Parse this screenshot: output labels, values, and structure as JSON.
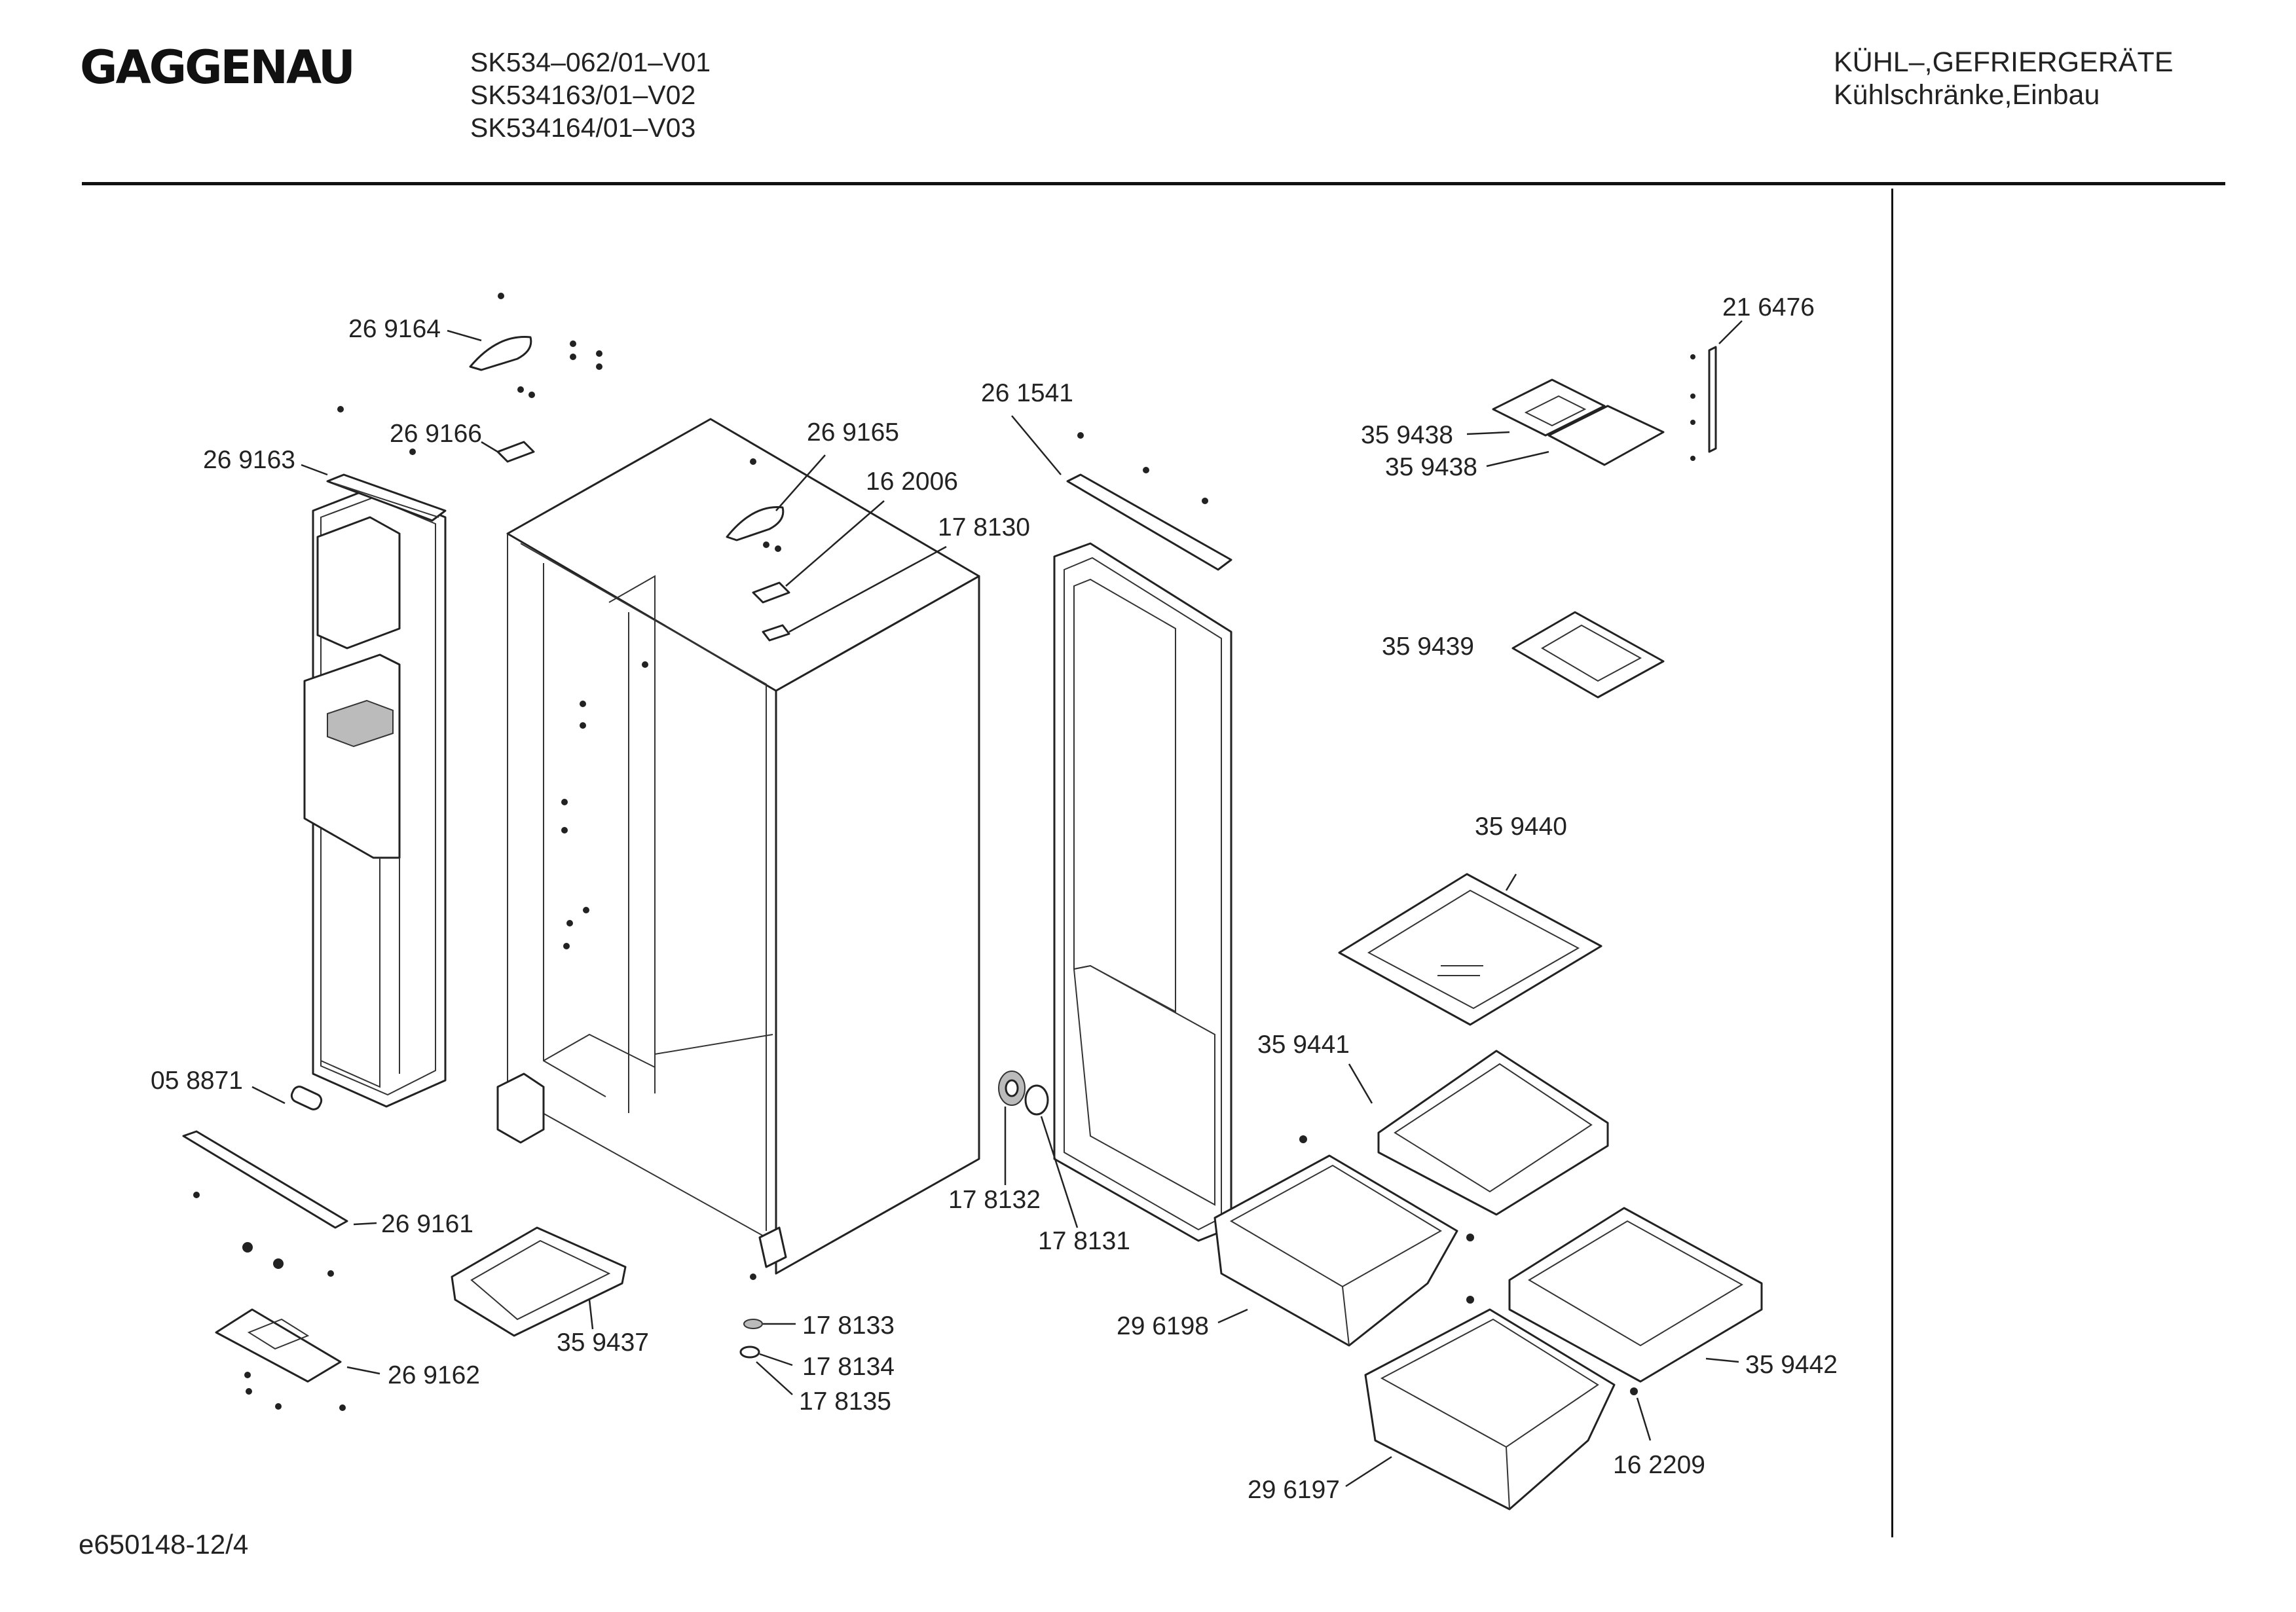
{
  "header": {
    "brand": "GAGGENAU",
    "models": [
      "SK534–062/01–V01",
      "SK534163/01–V02",
      "SK534164/01–V03"
    ],
    "category_line1": "KÜHL–,GEFRIERGERÄTE",
    "category_line2": "Kühlschränke,Einbau"
  },
  "footer": {
    "drawing_id": "e650148-12/4"
  },
  "callouts": [
    {
      "id": "c269164",
      "text": "26 9164"
    },
    {
      "id": "c269166",
      "text": "26 9166"
    },
    {
      "id": "c269163",
      "text": "26 9163"
    },
    {
      "id": "c269165",
      "text": "26 9165"
    },
    {
      "id": "c162006",
      "text": "16 2006"
    },
    {
      "id": "c178130",
      "text": "17 8130"
    },
    {
      "id": "c261541",
      "text": "26 1541"
    },
    {
      "id": "c216476",
      "text": "21 6476"
    },
    {
      "id": "c359438a",
      "text": "35 9438"
    },
    {
      "id": "c359438b",
      "text": "35 9438"
    },
    {
      "id": "c359439",
      "text": "35 9439"
    },
    {
      "id": "c359440",
      "text": "35 9440"
    },
    {
      "id": "c359441",
      "text": "35 9441"
    },
    {
      "id": "c058871",
      "text": "05 8871"
    },
    {
      "id": "c269161",
      "text": "26 9161"
    },
    {
      "id": "c269162",
      "text": "26 9162"
    },
    {
      "id": "c359437",
      "text": "35 9437"
    },
    {
      "id": "c178132",
      "text": "17 8132"
    },
    {
      "id": "c178131",
      "text": "17 8131"
    },
    {
      "id": "c178133",
      "text": "17 8133"
    },
    {
      "id": "c178134",
      "text": "17 8134"
    },
    {
      "id": "c178135",
      "text": "17 8135"
    },
    {
      "id": "c296198",
      "text": "29 6198"
    },
    {
      "id": "c359442",
      "text": "35 9442"
    },
    {
      "id": "c296197",
      "text": "29 6197"
    },
    {
      "id": "c162209",
      "text": "16 2209"
    }
  ]
}
